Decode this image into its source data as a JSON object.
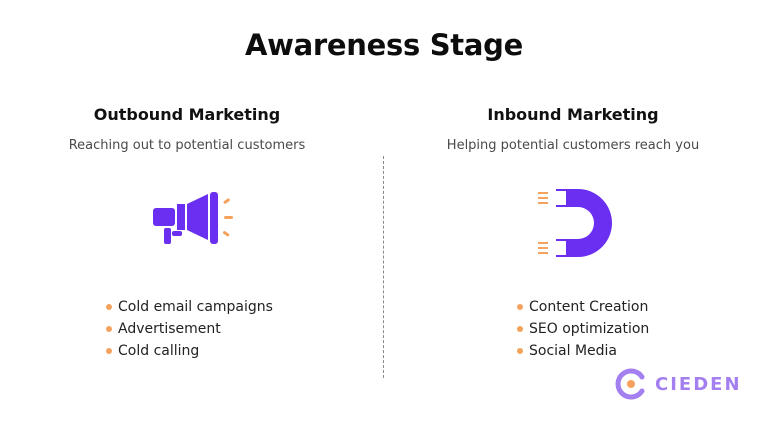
{
  "title": "Awareness Stage",
  "colors": {
    "accent": "#6a2ff0",
    "bullet": "#f5a25d",
    "logo": "#a47ff0"
  },
  "outbound": {
    "title": "Outbound Marketing",
    "subtitle": "Reaching out to potential customers",
    "icon": "megaphone-icon",
    "items": [
      "Cold email campaigns",
      "Advertisement",
      "Cold calling"
    ]
  },
  "inbound": {
    "title": "Inbound Marketing",
    "subtitle": "Helping potential customers reach you",
    "icon": "magnet-icon",
    "items": [
      "Content Creation",
      "SEO optimization",
      "Social Media"
    ]
  },
  "logo": {
    "text": "CIEDEN",
    "icon": "cieden-c-icon"
  }
}
